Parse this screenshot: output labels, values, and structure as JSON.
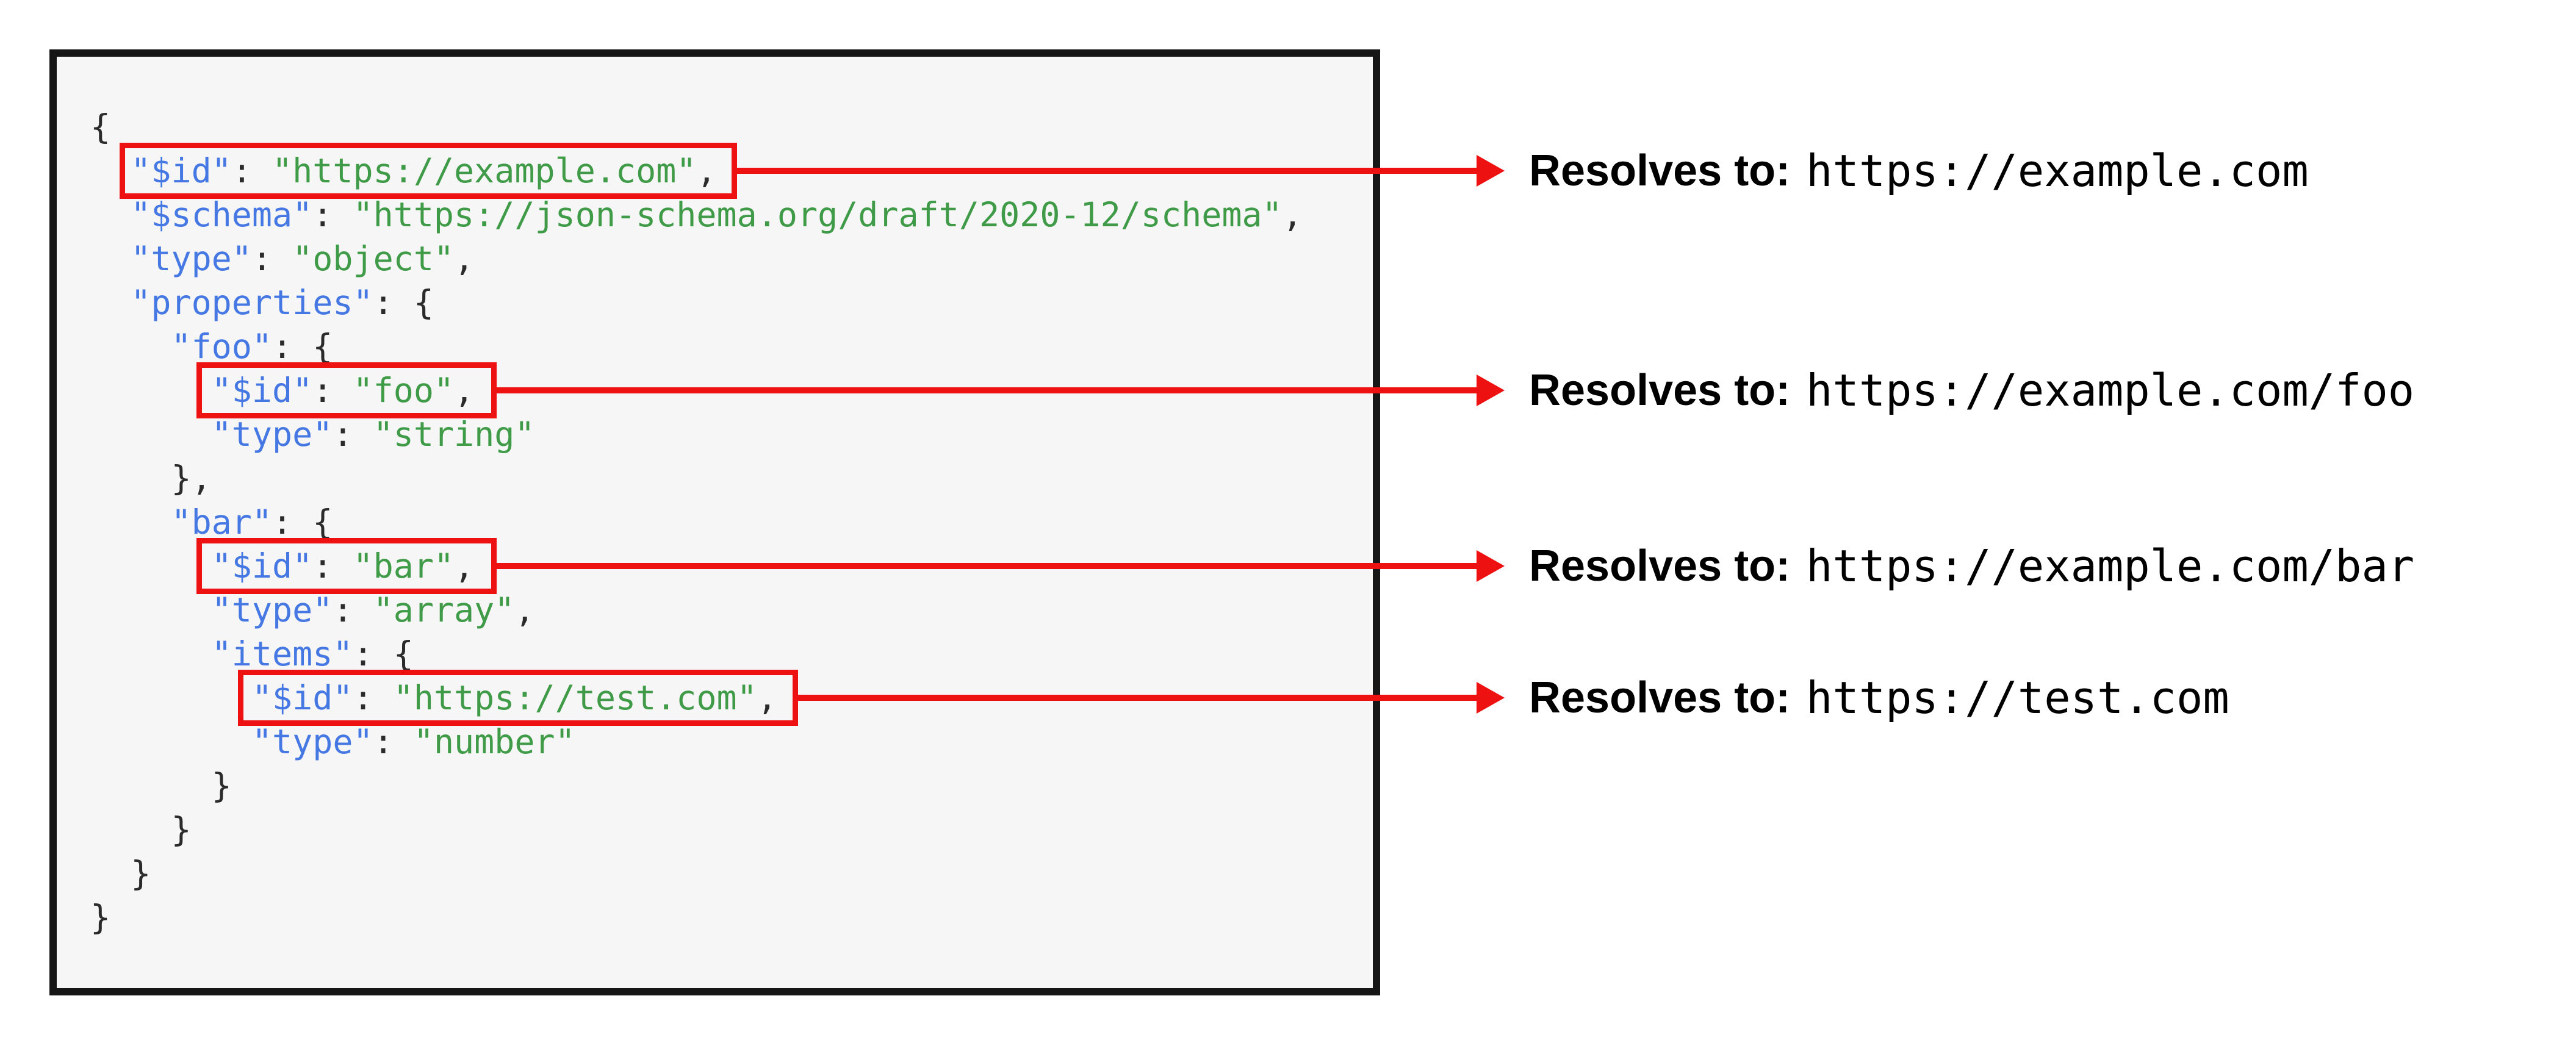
{
  "colors": {
    "key": "#4678e4",
    "string": "#3f9b47",
    "punctuation": "#2b2b2b",
    "accent_red": "#ee1111",
    "panel_bg": "#f6f6f6",
    "panel_border": "#161616"
  },
  "code": {
    "language": "json",
    "lines": [
      {
        "segments": [
          {
            "c": "pun",
            "v": "{"
          }
        ]
      },
      {
        "highlighted": true,
        "segments": [
          {
            "c": "pun",
            "v": "  "
          },
          {
            "c": "key",
            "v": "\"$id\""
          },
          {
            "c": "pun",
            "v": ": "
          },
          {
            "c": "str",
            "v": "\"https://example.com\""
          },
          {
            "c": "pun",
            "v": ","
          }
        ]
      },
      {
        "segments": [
          {
            "c": "pun",
            "v": "  "
          },
          {
            "c": "key",
            "v": "\"$schema\""
          },
          {
            "c": "pun",
            "v": ": "
          },
          {
            "c": "str",
            "v": "\"https://json-schema.org/draft/2020-12/schema\""
          },
          {
            "c": "pun",
            "v": ","
          }
        ]
      },
      {
        "segments": [
          {
            "c": "pun",
            "v": "  "
          },
          {
            "c": "key",
            "v": "\"type\""
          },
          {
            "c": "pun",
            "v": ": "
          },
          {
            "c": "str",
            "v": "\"object\""
          },
          {
            "c": "pun",
            "v": ","
          }
        ]
      },
      {
        "segments": [
          {
            "c": "pun",
            "v": "  "
          },
          {
            "c": "key",
            "v": "\"properties\""
          },
          {
            "c": "pun",
            "v": ": {"
          }
        ]
      },
      {
        "segments": [
          {
            "c": "pun",
            "v": "    "
          },
          {
            "c": "key",
            "v": "\"foo\""
          },
          {
            "c": "pun",
            "v": ": {"
          }
        ]
      },
      {
        "highlighted": true,
        "segments": [
          {
            "c": "pun",
            "v": "      "
          },
          {
            "c": "key",
            "v": "\"$id\""
          },
          {
            "c": "pun",
            "v": ": "
          },
          {
            "c": "str",
            "v": "\"foo\""
          },
          {
            "c": "pun",
            "v": ","
          }
        ]
      },
      {
        "segments": [
          {
            "c": "pun",
            "v": "      "
          },
          {
            "c": "key",
            "v": "\"type\""
          },
          {
            "c": "pun",
            "v": ": "
          },
          {
            "c": "str",
            "v": "\"string\""
          }
        ]
      },
      {
        "segments": [
          {
            "c": "pun",
            "v": "    },"
          }
        ]
      },
      {
        "segments": [
          {
            "c": "pun",
            "v": "    "
          },
          {
            "c": "key",
            "v": "\"bar\""
          },
          {
            "c": "pun",
            "v": ": {"
          }
        ]
      },
      {
        "highlighted": true,
        "segments": [
          {
            "c": "pun",
            "v": "      "
          },
          {
            "c": "key",
            "v": "\"$id\""
          },
          {
            "c": "pun",
            "v": ": "
          },
          {
            "c": "str",
            "v": "\"bar\""
          },
          {
            "c": "pun",
            "v": ","
          }
        ]
      },
      {
        "segments": [
          {
            "c": "pun",
            "v": "      "
          },
          {
            "c": "key",
            "v": "\"type\""
          },
          {
            "c": "pun",
            "v": ": "
          },
          {
            "c": "str",
            "v": "\"array\""
          },
          {
            "c": "pun",
            "v": ","
          }
        ]
      },
      {
        "segments": [
          {
            "c": "pun",
            "v": "      "
          },
          {
            "c": "key",
            "v": "\"items\""
          },
          {
            "c": "pun",
            "v": ": {"
          }
        ]
      },
      {
        "highlighted": true,
        "segments": [
          {
            "c": "pun",
            "v": "        "
          },
          {
            "c": "key",
            "v": "\"$id\""
          },
          {
            "c": "pun",
            "v": ": "
          },
          {
            "c": "str",
            "v": "\"https://test.com\""
          },
          {
            "c": "pun",
            "v": ","
          }
        ]
      },
      {
        "segments": [
          {
            "c": "pun",
            "v": "        "
          },
          {
            "c": "key",
            "v": "\"type\""
          },
          {
            "c": "pun",
            "v": ": "
          },
          {
            "c": "str",
            "v": "\"number\""
          }
        ]
      },
      {
        "segments": [
          {
            "c": "pun",
            "v": "      }"
          }
        ]
      },
      {
        "segments": [
          {
            "c": "pun",
            "v": "    }"
          }
        ]
      },
      {
        "segments": [
          {
            "c": "pun",
            "v": "  }"
          }
        ]
      },
      {
        "segments": [
          {
            "c": "pun",
            "v": "}"
          }
        ]
      }
    ]
  },
  "annotations": [
    {
      "label": "Resolves to:",
      "value": "https://example.com"
    },
    {
      "label": "Resolves to:",
      "value": "https://example.com/foo"
    },
    {
      "label": "Resolves to:",
      "value": "https://example.com/bar"
    },
    {
      "label": "Resolves to:",
      "value": "https://test.com"
    }
  ]
}
